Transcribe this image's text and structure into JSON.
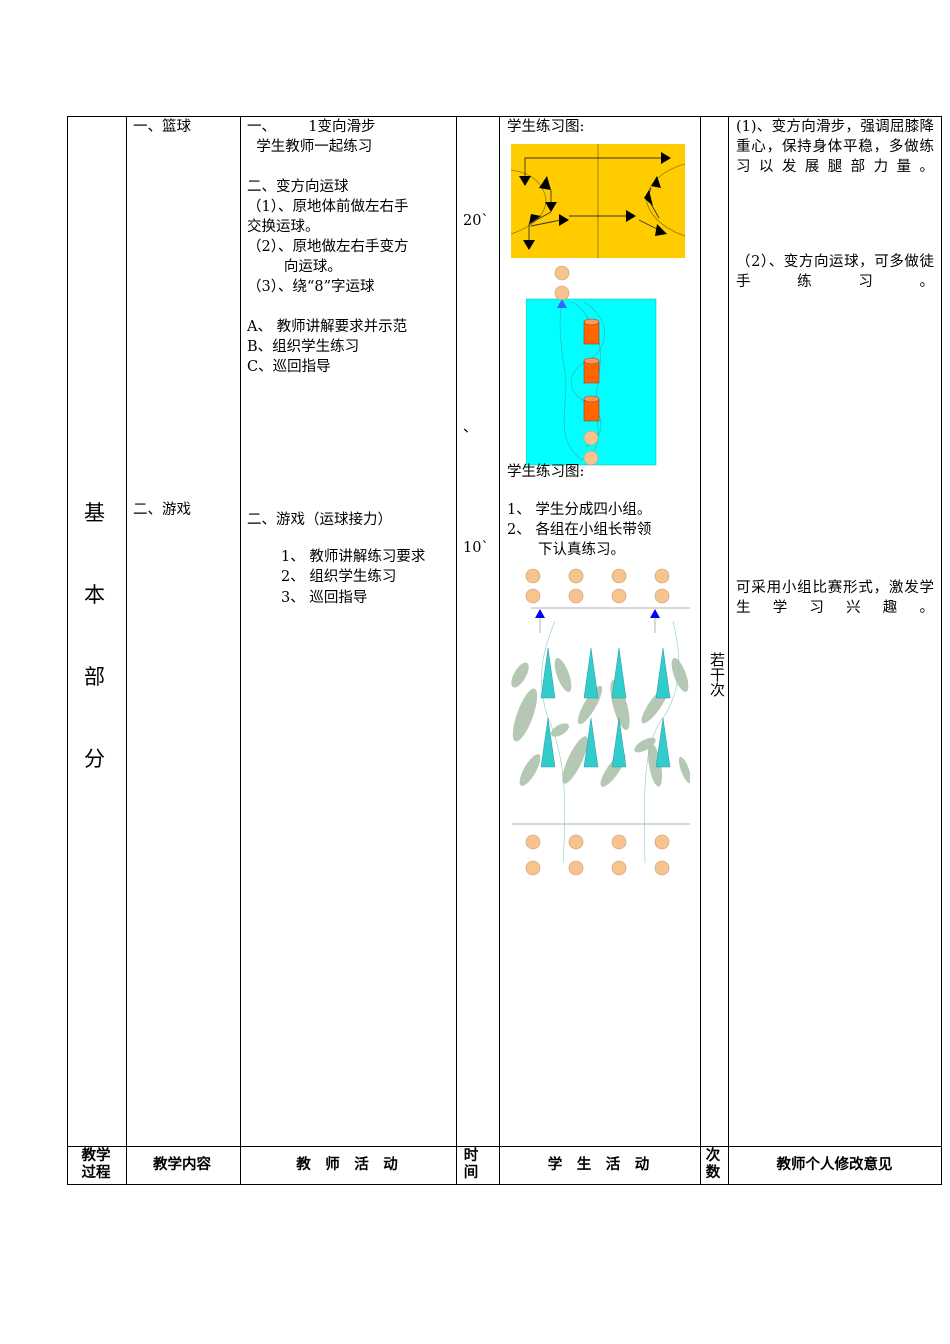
{
  "section_label": [
    "基",
    "本",
    "部",
    "分"
  ],
  "content": {
    "basketball": "一、篮球",
    "game": "二、游戏"
  },
  "teacher_activity": {
    "lines_basketball": [
      "一、       1变向滑步",
      "  学生教师一起练习",
      "",
      "二、变方向运球",
      "（1）、原地体前做左右手",
      "交换运球。",
      "（2）、原地做左右手变方",
      "        向运球。",
      "（3）、绕“8”字运球",
      "",
      "A、 教师讲解要求并示范",
      "B、组织学生练习",
      "C、巡回指导"
    ],
    "game_title": "二、游戏（运球接力）",
    "game_steps": [
      "1、 教师讲解练习要求",
      "2、 组织学生练习",
      "3、 巡回指导"
    ]
  },
  "time": {
    "t1": "20`",
    "t_mark": "、",
    "t2": "10`"
  },
  "student_activity": {
    "diagram_title_1": "学生练习图:",
    "diagram_title_2": "学生练习图:",
    "steps": [
      "1、 学生分成四小组。",
      "2、 各组在小组长带领",
      "下认真练习。"
    ]
  },
  "count": "若干次",
  "remarks": {
    "r1": "(1)、变方向滑步，强调屈膝降重心，保持身体平稳，多做练习以发展腿部力量。",
    "r2": "（2）、变方向运球，可多做徒手练习。",
    "r3": "可采用小组比赛形式，激发学生学习兴趣。"
  },
  "footer_headers": {
    "process": "教学过程",
    "content": "教学内容",
    "teacher": "教　师　活　动",
    "time": "时间",
    "student": "学　生　活　动",
    "count": "次数",
    "comments": "教师个人修改意见"
  },
  "colors": {
    "court": "#FFCC00",
    "dribble_field": "#00FFFF",
    "cone_cylinder": "#FF6600",
    "smiley": "#F7C48F",
    "triangle": "#33CCCC",
    "leaf": "#A8BFA8",
    "arrow_blue": "#0000FF"
  }
}
